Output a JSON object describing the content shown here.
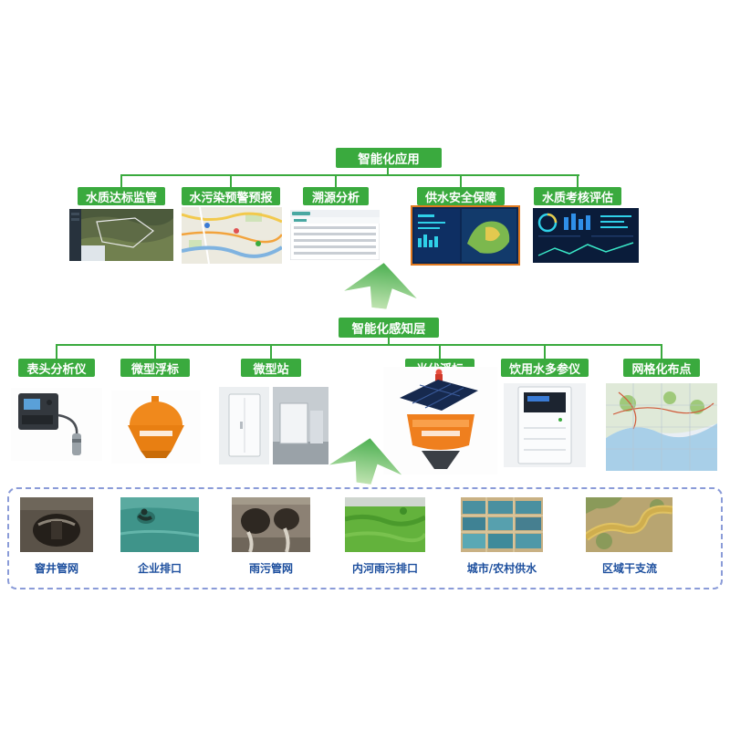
{
  "app_layer": {
    "title": "智能化应用",
    "items": [
      {
        "label": "水质达标监管"
      },
      {
        "label": "水污染预警预报"
      },
      {
        "label": "溯源分析"
      },
      {
        "label": "供水安全保障"
      },
      {
        "label": "水质考核评估"
      }
    ]
  },
  "sense_layer": {
    "title": "智能化感知层",
    "items": [
      {
        "label": "表头分析仪"
      },
      {
        "label": "微型浮标"
      },
      {
        "label": "微型站"
      },
      {
        "label": "光伏浮标"
      },
      {
        "label": "饮用水多参仪"
      },
      {
        "label": "网格化布点"
      }
    ]
  },
  "source_layer": {
    "items": [
      {
        "label": "窨井管网"
      },
      {
        "label": "企业排口"
      },
      {
        "label": "雨污管网"
      },
      {
        "label": "内河雨污排口"
      },
      {
        "label": "城市/农村供水"
      },
      {
        "label": "区域干支流"
      }
    ]
  },
  "colors": {
    "green": "#3aaa3e",
    "label_blue": "#1d4f9e",
    "dashed_border": "#8a9bd8",
    "orange_frame": "#e0791f"
  }
}
